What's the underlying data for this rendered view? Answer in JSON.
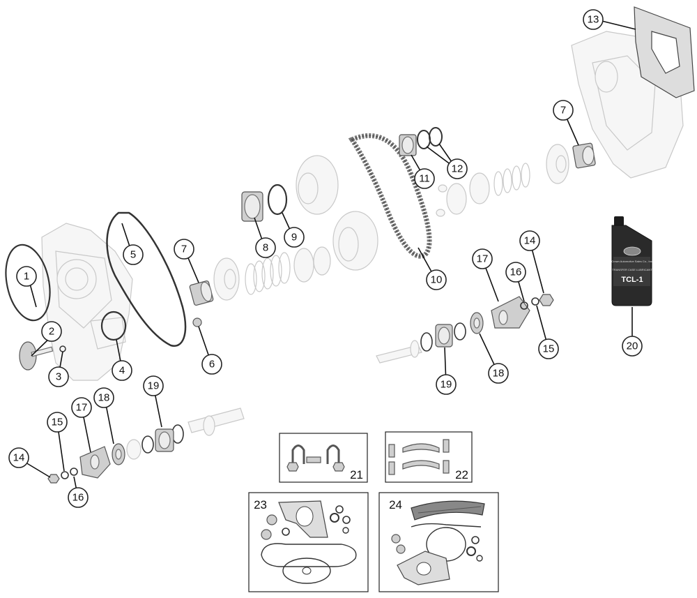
{
  "callouts": {
    "c1": "1",
    "c2": "2",
    "c3": "3",
    "c4": "4",
    "c5": "5",
    "c6": "6",
    "c7a": "7",
    "c7b": "7",
    "c8": "8",
    "c9": "9",
    "c10": "10",
    "c11": "11",
    "c12": "12",
    "c13": "13",
    "c14a": "14",
    "c14b": "14",
    "c15a": "15",
    "c15b": "15",
    "c16a": "16",
    "c16b": "16",
    "c17a": "17",
    "c17b": "17",
    "c18a": "18",
    "c18b": "18",
    "c19a": "19",
    "c19b": "19",
    "c20": "20"
  },
  "kits": {
    "k21": "21",
    "k22": "22",
    "k23": "23",
    "k24": "24"
  },
  "fluid_bottle": {
    "brand_text": "Crown Automotive Sales Co., Inc.",
    "product_text": "TRANSFER CASE LUBRICANT",
    "product_code": "TCL-1"
  }
}
